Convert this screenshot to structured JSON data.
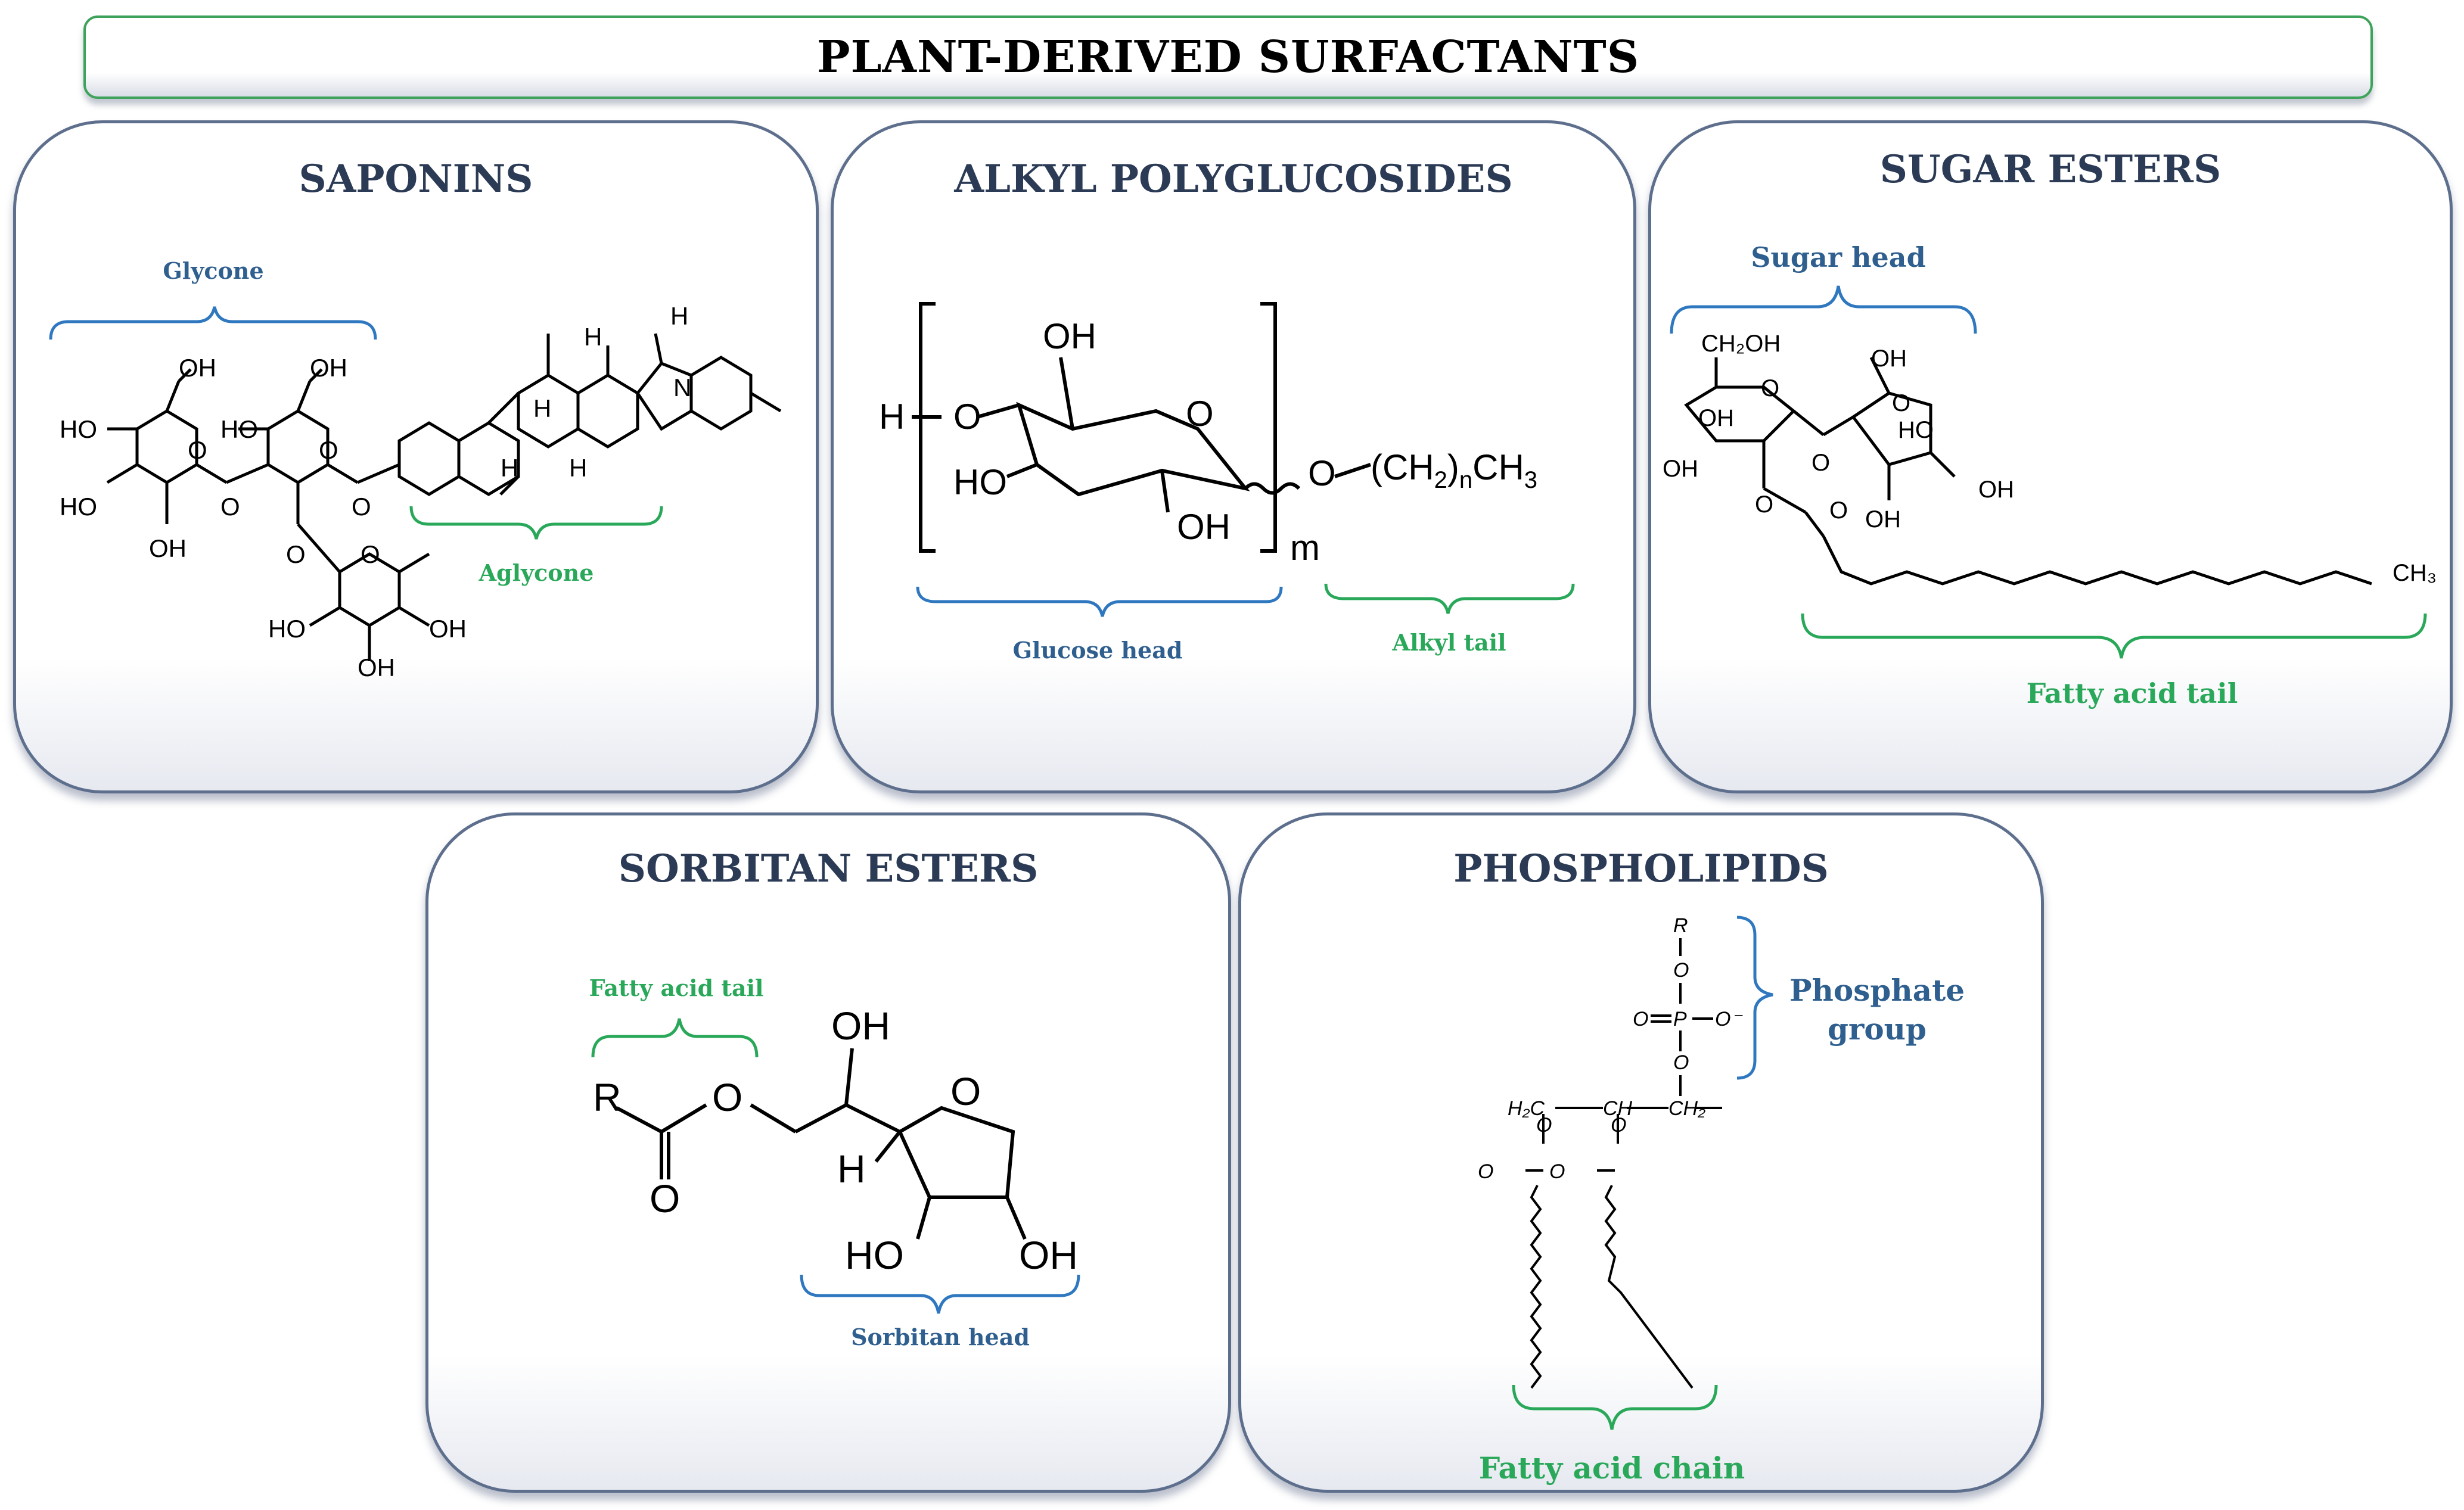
{
  "title": "PLANT-DERIVED SURFACTANTS",
  "colors": {
    "blue_label": "#2f5f8f",
    "green_label": "#2aa85a",
    "panel_border": "#5d6f8c",
    "title_border": "#3da35a"
  },
  "panels": {
    "saponins": {
      "title": "SAPONINS",
      "glycone": "Glycone",
      "aglycone": "Aglycone",
      "atoms": {
        "oh": "OH",
        "ho": "HO",
        "o": "O",
        "h": "H",
        "n": "N"
      }
    },
    "apg": {
      "title": "ALKYL POLYGLUCOSIDES",
      "glucose_head": "Glucose head",
      "alkyl_tail": "Alkyl tail",
      "atoms": {
        "oh": "OH",
        "ho": "HO",
        "o": "O",
        "h": "H",
        "m": "m",
        "ch2": "(CH",
        "sub2": "2",
        "close": ")",
        "n": "n",
        "ch3": "CH",
        "sub3": "3"
      }
    },
    "sugar_esters": {
      "title": "SUGAR ESTERS",
      "sugar_head": "Sugar head",
      "fatty_acid_tail": "Fatty acid tail",
      "atoms": {
        "ch2oh": "CH₂OH",
        "oh": "OH",
        "ho": "HO",
        "o": "O",
        "ch3": "CH₃"
      }
    },
    "sorbitan_esters": {
      "title": "SORBITAN ESTERS",
      "fatty_acid_tail": "Fatty acid tail",
      "sorbitan_head": "Sorbitan head",
      "atoms": {
        "r": "R",
        "o": "O",
        "oh": "OH",
        "ho": "HO",
        "h": "H"
      }
    },
    "phospholipids": {
      "title": "PHOSPHOLIPIDS",
      "phosphate_group": "Phosphate group",
      "phosphate_line1": "Phosphate",
      "phosphate_line2": "group",
      "fatty_acid_chain": "Fatty acid chain",
      "atoms": {
        "r": "R",
        "o": "O",
        "p": "P",
        "ominus": "O⁻",
        "h2c": "H₂C",
        "ch": "CH",
        "ch2": "CH₂"
      }
    }
  }
}
